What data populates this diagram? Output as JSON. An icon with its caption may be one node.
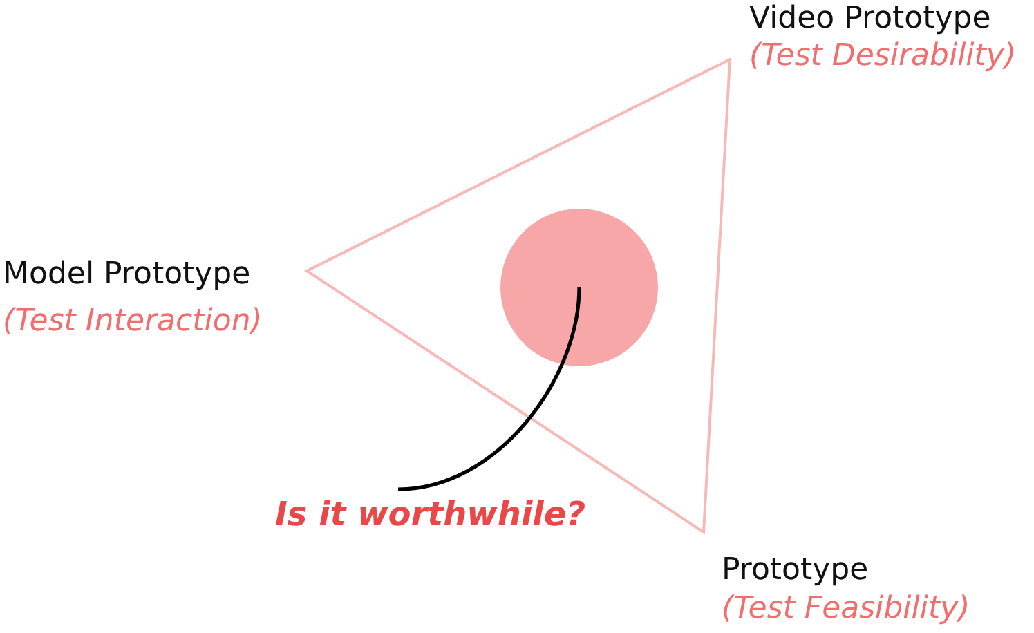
{
  "diagram": {
    "nodes": [
      {
        "text": [],
        "shape": "triangle"
      },
      {
        "text": [],
        "shape": "circle",
        "in": 0
      },
      {
        "text": [
          "Is it worthwhile?"
        ]
      }
    ],
    "edges": [
      {
        "from": 2,
        "to": 1,
        "arrow": "none"
      }
    ],
    "labels": [
      "Video Prototype",
      "(Test Desirability)",
      "Model Prototype",
      "(Test Interaction)",
      "Prototype",
      "(Test Feasibility)"
    ]
  }
}
